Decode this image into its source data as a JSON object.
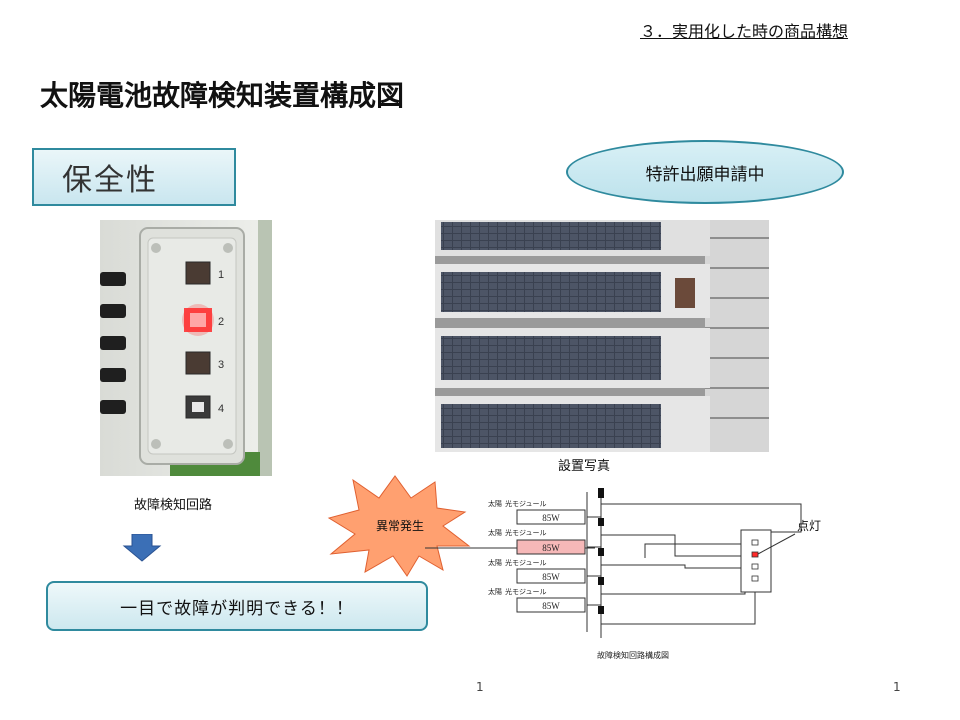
{
  "header": {
    "section": "３．実用化した時の商品構想"
  },
  "title": "太陽電池故障検知装置構成図",
  "category_label": "保全性",
  "patent_label": "特許出願申請中",
  "device": {
    "caption": "故障検知回路",
    "indicator_numbers": [
      "1",
      "2",
      "3",
      "4"
    ],
    "lit_indicator": "2",
    "led_color": "#ff2a2a"
  },
  "result_text": "一目で故障が判明できる！！",
  "install_caption": "設置写真",
  "circuit": {
    "alert_label": "異常発生",
    "module_prefix": "太陽",
    "module_suffix": "光モジュール",
    "modules": [
      {
        "rating": "85W",
        "faulty": false
      },
      {
        "rating": "85W",
        "faulty": true
      },
      {
        "rating": "85W",
        "faulty": false
      },
      {
        "rating": "85W",
        "faulty": false
      }
    ],
    "lit_label": "点灯",
    "diagram_caption": "故障検知回路構成図"
  },
  "page_numbers": {
    "left": "1",
    "right": "1"
  },
  "colors": {
    "accent": "#2f8a9e",
    "alert": "#ff9966",
    "fault": "#f6b8b8"
  }
}
